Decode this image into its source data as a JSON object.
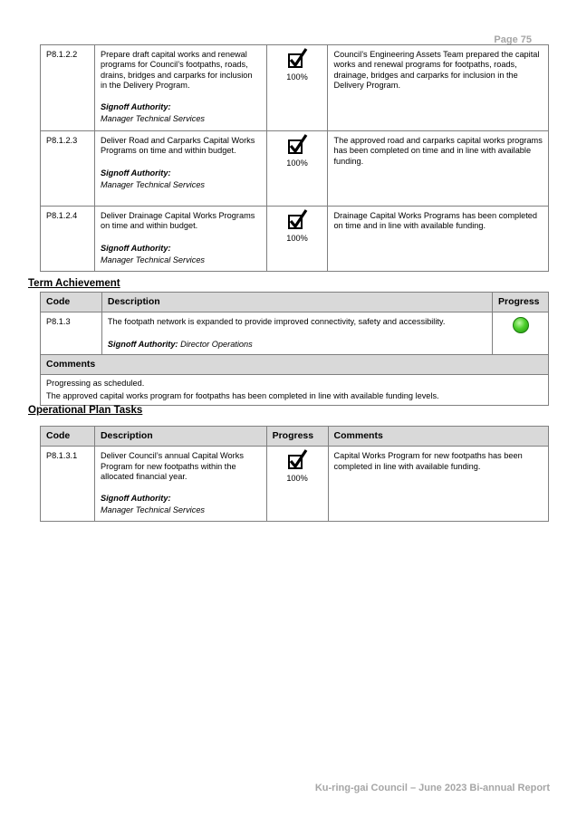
{
  "header": {
    "page_label": "Page 75"
  },
  "top_table": {
    "rows": [
      {
        "code": "P8.1.2.2",
        "description": "Prepare draft capital works and renewal programs for Council’s footpaths, roads, drains, bridges and carparks for inclusion in the Delivery Program.",
        "signoff_label": "Signoff Authority:",
        "signoff_name": "Manager Technical Services",
        "progress": "100%",
        "progress_value": 100,
        "comment": "Council’s Engineering Assets Team prepared the capital works and renewal programs for footpaths, roads, drainage, bridges and carparks for inclusion in the Delivery Program."
      },
      {
        "code": "P8.1.2.3",
        "description": "Deliver Road and Carparks Capital Works Programs on time and within budget.",
        "signoff_label": "Signoff Authority:",
        "signoff_name": "Manager Technical Services",
        "progress": "100%",
        "progress_value": 100,
        "comment": "The approved road and carparks capital works programs has been completed on time and in line with available funding."
      },
      {
        "code": "P8.1.2.4",
        "description": "Deliver Drainage Capital Works Programs on time and within budget.",
        "signoff_label": "Signoff Authority:",
        "signoff_name": "Manager Technical Services",
        "progress": "100%",
        "progress_value": 100,
        "comment": "Drainage Capital Works Programs has been completed on time and in line with available funding."
      }
    ]
  },
  "term_achievement": {
    "heading": "Term Achievement",
    "headers": {
      "code": "Code",
      "description": "Description",
      "progress": "Progress"
    },
    "row": {
      "code": "P8.1.3",
      "description": "The footpath network is expanded to provide improved connectivity, safety and accessibility.",
      "signoff_label": "Signoff Authority:",
      "signoff_name": "Director Operations",
      "status_color": "#3cc21e"
    },
    "comments_header": "Comments",
    "comments": [
      "Progressing as scheduled.",
      "The approved capital works program for footpaths has been completed in line with available funding levels."
    ]
  },
  "operational_plan": {
    "heading": "Operational Plan Tasks",
    "headers": {
      "code": "Code",
      "description": "Description",
      "progress": "Progress",
      "comments": "Comments"
    },
    "rows": [
      {
        "code": "P8.1.3.1",
        "description": "Deliver Council’s annual Capital Works Program for new footpaths within the allocated financial year.",
        "signoff_label": "Signoff Authority:",
        "signoff_name": "Manager Technical Services",
        "progress": "100%",
        "progress_value": 100,
        "comment": "Capital Works Program for new footpaths has been completed in line with available funding."
      }
    ]
  },
  "footer": {
    "text": "Ku-ring-gai Council – June 2023 Bi-annual Report"
  }
}
